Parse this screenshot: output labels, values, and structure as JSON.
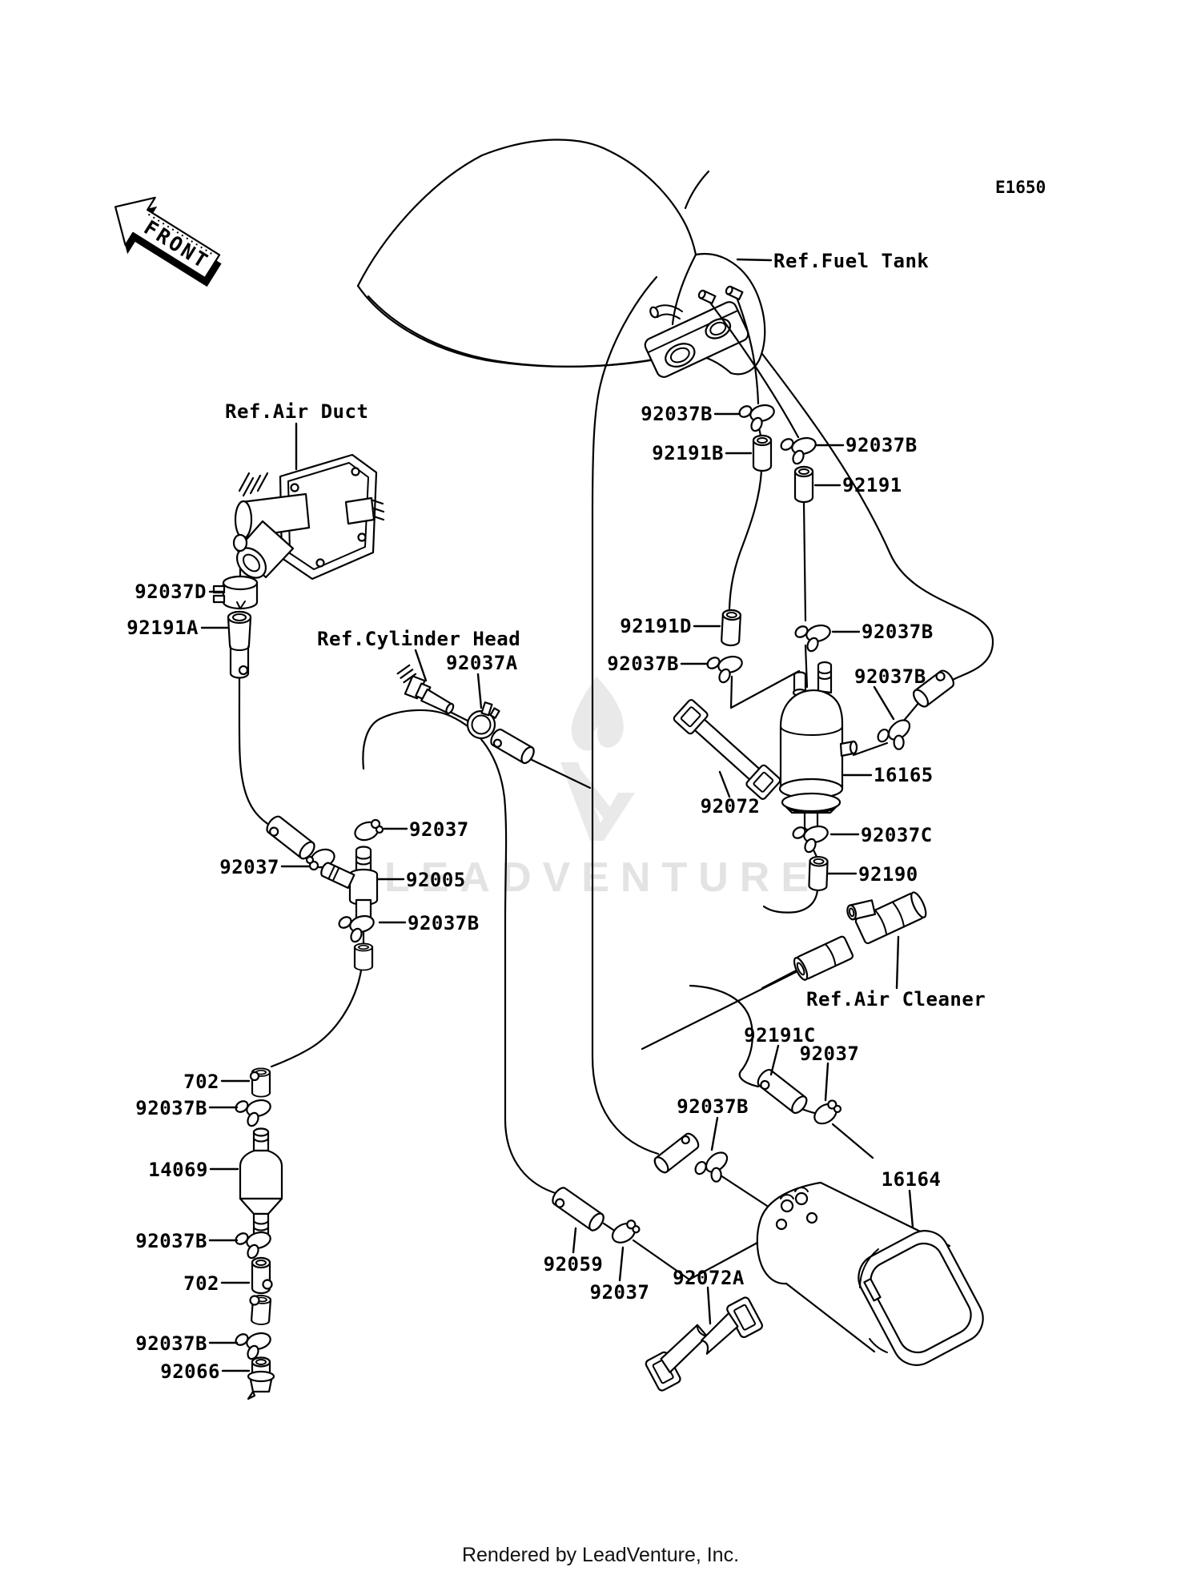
{
  "meta": {
    "diagram_code": "E1650",
    "front_label": "FRONT"
  },
  "refs": {
    "fuel_tank": "Ref.Fuel Tank",
    "air_duct": "Ref.Air Duct",
    "cylinder_head": "Ref.Cylinder Head",
    "air_cleaner": "Ref.Air Cleaner"
  },
  "parts": {
    "92037": "92037",
    "92037A": "92037A",
    "92037B": "92037B",
    "92037C": "92037C",
    "92037D": "92037D",
    "92005": "92005",
    "92059": "92059",
    "92066": "92066",
    "92072": "92072",
    "92072A": "92072A",
    "92190": "92190",
    "92191": "92191",
    "92191A": "92191A",
    "92191B": "92191B",
    "92191C": "92191C",
    "92191D": "92191D",
    "14069": "14069",
    "16164": "16164",
    "16165": "16165",
    "702": "702"
  },
  "watermark": {
    "brand": "LEADVENTURE"
  },
  "footer": {
    "credit": "Rendered by LeadVenture, Inc."
  },
  "colors": {
    "ink": "#000000",
    "background": "#ffffff",
    "watermark": "#e3e3e3"
  }
}
